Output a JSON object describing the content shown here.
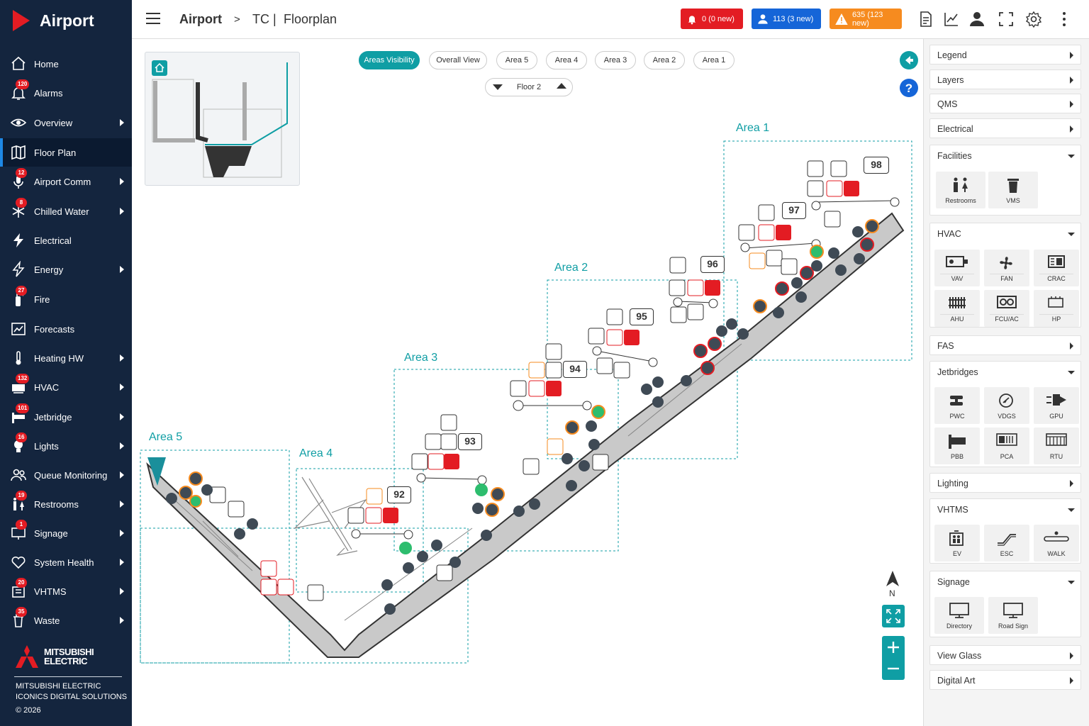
{
  "brand": {
    "name": "Airport"
  },
  "nav": [
    {
      "label": "Home",
      "icon": "home-icon",
      "badge": "",
      "arrow": false,
      "active": false
    },
    {
      "label": "Alarms",
      "icon": "bell-icon",
      "badge": "120",
      "arrow": false,
      "active": false
    },
    {
      "label": "Overview",
      "icon": "eye-icon",
      "badge": "",
      "arrow": true,
      "active": false
    },
    {
      "label": "Floor Plan",
      "icon": "map-icon",
      "badge": "",
      "arrow": false,
      "active": true
    },
    {
      "label": "Airport Comm",
      "icon": "microphone-icon",
      "badge": "12",
      "arrow": true,
      "active": false
    },
    {
      "label": "Chilled Water",
      "icon": "snowflake-icon",
      "badge": "8",
      "arrow": true,
      "active": false
    },
    {
      "label": "Electrical",
      "icon": "lightning-icon",
      "badge": "",
      "arrow": false,
      "active": false
    },
    {
      "label": "Energy",
      "icon": "energy-bolt-icon",
      "badge": "",
      "arrow": true,
      "active": false
    },
    {
      "label": "Fire",
      "icon": "fire-extinguisher-icon",
      "badge": "27",
      "arrow": false,
      "active": false
    },
    {
      "label": "Forecasts",
      "icon": "chart-window-icon",
      "badge": "",
      "arrow": false,
      "active": false
    },
    {
      "label": "Heating HW",
      "icon": "thermometer-icon",
      "badge": "",
      "arrow": true,
      "active": false
    },
    {
      "label": "HVAC",
      "icon": "hvac-unit-icon",
      "badge": "132",
      "arrow": true,
      "active": false
    },
    {
      "label": "Jetbridge",
      "icon": "jetbridge-icon",
      "badge": "101",
      "arrow": true,
      "active": false
    },
    {
      "label": "Lights",
      "icon": "bulb-icon",
      "badge": "16",
      "arrow": true,
      "active": false
    },
    {
      "label": "Queue Monitoring",
      "icon": "people-icon",
      "badge": "",
      "arrow": true,
      "active": false
    },
    {
      "label": "Restrooms",
      "icon": "restroom-icon",
      "badge": "19",
      "arrow": true,
      "active": false
    },
    {
      "label": "Signage",
      "icon": "sign-icon",
      "badge": "1",
      "arrow": true,
      "active": false
    },
    {
      "label": "System Health",
      "icon": "heart-icon",
      "badge": "",
      "arrow": true,
      "active": false
    },
    {
      "label": "VHTMS",
      "icon": "vhtms-icon",
      "badge": "20",
      "arrow": true,
      "active": false
    },
    {
      "label": "Waste",
      "icon": "trash-icon",
      "badge": "35",
      "arrow": true,
      "active": false
    }
  ],
  "footer": {
    "logo_wordmark_1": "MITSUBISHI",
    "logo_wordmark_2": "ELECTRIC",
    "line1": "MITSUBISHI ELECTRIC",
    "line2": "ICONICS DIGITAL SOLUTIONS",
    "line3": "© 2026"
  },
  "header": {
    "crumb_root": "Airport",
    "crumb_sep": ">",
    "crumb_mid": "TC",
    "crumb_bar": "|",
    "crumb_page": "Floorplan",
    "alerts": [
      {
        "label": "0 (0 new)",
        "color": "#e31c23",
        "icon": "bell-icon"
      },
      {
        "label": "113 (3 new)",
        "color": "#1565d8",
        "icon": "user-icon"
      },
      {
        "label": "635 (123 new)",
        "color": "#f68b1f",
        "icon": "warning-icon"
      }
    ]
  },
  "map": {
    "pills": [
      "Areas Visibility",
      "Overall View",
      "Area 5",
      "Area 4",
      "Area 3",
      "Area 2",
      "Area 1"
    ],
    "floor": "Floor 2",
    "areas": [
      "Area 1",
      "Area 2",
      "Area 3",
      "Area 4",
      "Area 5"
    ],
    "gates": [
      "98",
      "97",
      "96",
      "95",
      "94",
      "93",
      "92"
    ],
    "north": "N"
  },
  "panel": {
    "sections": [
      {
        "title": "Legend",
        "expanded": false
      },
      {
        "title": "Layers",
        "expanded": false
      },
      {
        "title": "QMS",
        "expanded": false
      },
      {
        "title": "Electrical",
        "expanded": false
      },
      {
        "title": "Facilities",
        "expanded": true,
        "tiles": [
          "Restrooms",
          "VMS"
        ]
      },
      {
        "title": "HVAC",
        "expanded": true,
        "tiles": [
          "VAV",
          "FAN",
          "CRAC",
          "AHU",
          "FCU/AC",
          "HP"
        ]
      },
      {
        "title": "FAS",
        "expanded": false
      },
      {
        "title": "Jetbridges",
        "expanded": true,
        "tiles": [
          "PWC",
          "VDGS",
          "GPU",
          "PBB",
          "PCA",
          "RTU"
        ]
      },
      {
        "title": "Lighting",
        "expanded": false
      },
      {
        "title": "VHTMS",
        "expanded": true,
        "tiles": [
          "EV",
          "ESC",
          "WALK"
        ]
      },
      {
        "title": "Signage",
        "expanded": true,
        "tiles": [
          "Directory",
          "Road Sign"
        ]
      },
      {
        "title": "View Glass",
        "expanded": false
      },
      {
        "title": "Digital Art",
        "expanded": false
      }
    ]
  },
  "colors": {
    "sidebar": "#14253e",
    "teal": "#0f9ea4",
    "alarm_red": "#e31c23",
    "warn_orange": "#f68b1f",
    "ok_green": "#2dbd6e",
    "info_blue": "#1565d8"
  }
}
